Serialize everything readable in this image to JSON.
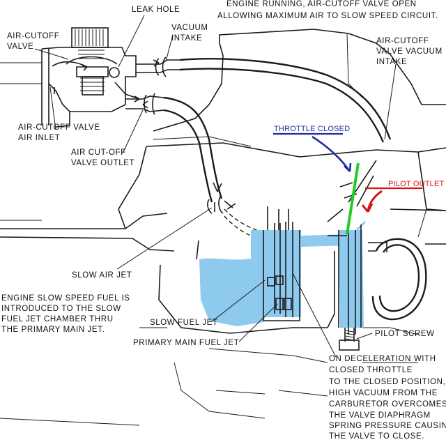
{
  "labels": {
    "leak_hole": "LEAK HOLE",
    "engine_running": [
      "ENGINE RUNNING, AIR-CUTOFF VALVE OPEN",
      "ALLOWING MAXIMUM AIR TO SLOW SPEED CIRCUIT."
    ],
    "air_cutoff_valve": [
      "AIR-CUTOFF",
      "VALVE"
    ],
    "vacuum_intake": [
      "VACUUM",
      "INTAKE"
    ],
    "air_cutoff_vacuum_intake": [
      "AIR-CUTOFF",
      "VALVE VACUUM",
      "INTAKE"
    ],
    "air_inlet": [
      "AIR-CUTOFF VALVE",
      "AIR INLET"
    ],
    "valve_outlet": [
      "AIR CUT-OFF",
      "VALVE OUTLET"
    ],
    "throttle_closed": "THROTTLE CLOSED",
    "pilot_outlet": "PILOT OUTLET",
    "slow_air_jet": "SLOW AIR JET",
    "engine_slow_fuel": [
      "ENGINE SLOW SPEED FUEL IS",
      "INTRODUCED TO THE SLOW",
      "FUEL JET CHAMBER THRU",
      "THE PRIMARY MAIN JET."
    ],
    "slow_fuel_jet": "SLOW FUEL JET",
    "pilot_screw": "PILOT SCREW",
    "primary_main_fuel_jet": "PRIMARY MAIN FUEL JET",
    "deceleration": [
      "ON DECELERATION WITH",
      "CLOSED THROTTLE",
      "TO THE CLOSED POSITION,",
      "HIGH VACUUM FROM THE",
      "CARBURETOR OVERCOMES",
      "THE VALVE DIAPHRAGM",
      "SPRING PRESSURE CAUSING",
      "THE VALVE TO CLOSE."
    ]
  },
  "colors": {
    "fuel": "#8ec9ee",
    "throttle_annotation": "#1f2fa0",
    "throttle_plate": "#22cc22",
    "pilot_annotation": "#d41414",
    "ink": "#1a1a1a"
  }
}
